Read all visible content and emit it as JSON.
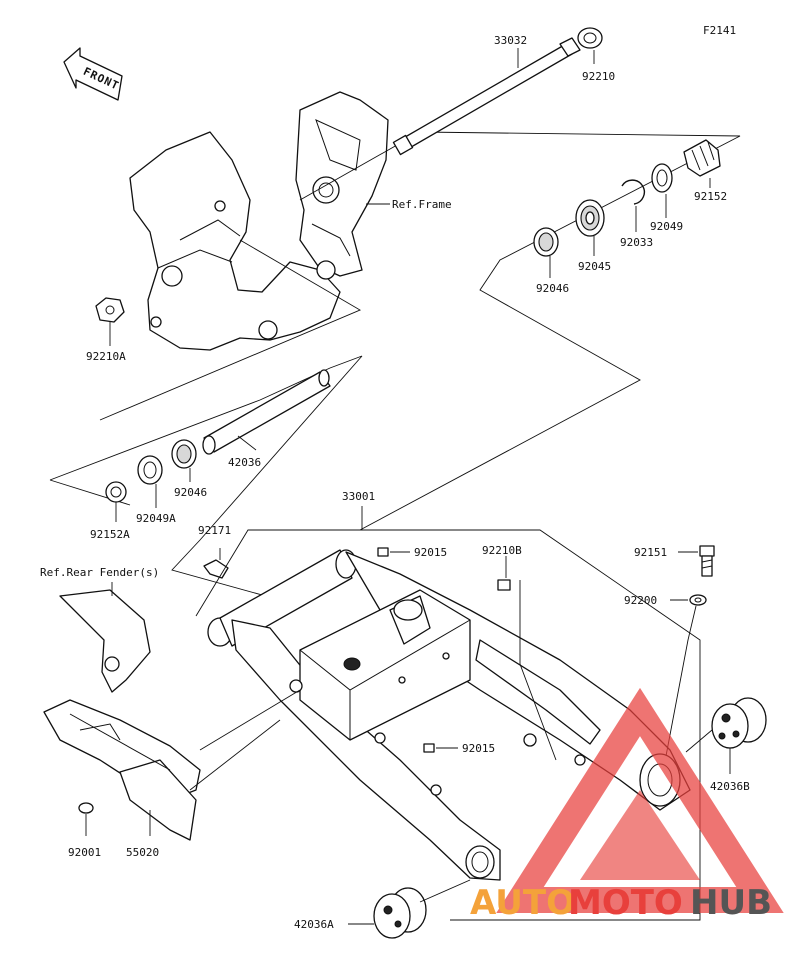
{
  "figure_code": "F2141",
  "front_label": "FRONT",
  "refs": {
    "frame": "Ref.Frame",
    "rear_fender": "Ref.Rear Fender(s)"
  },
  "parts": {
    "p33032": "33032",
    "p92210": "92210",
    "p92152": "92152",
    "p92049": "92049",
    "p92033": "92033",
    "p92045": "92045",
    "p92046_top": "92046",
    "p92210A": "92210A",
    "p42036": "42036",
    "p92046_mid": "92046",
    "p92049A": "92049A",
    "p92152A": "92152A",
    "p92171": "92171",
    "p33001": "33001",
    "p92015_top": "92015",
    "p92210B": "92210B",
    "p92151": "92151",
    "p92200": "92200",
    "p92015_mid": "92015",
    "p42036B": "42036B",
    "p92001": "92001",
    "p55020": "55020",
    "p42036A": "42036A"
  },
  "watermark": {
    "part1": "AUTO",
    "part2": "MOTO",
    "part3": "HUB",
    "color_red": "#e8403c",
    "color_orange": "#f4a23a",
    "color_gray": "#555555"
  }
}
